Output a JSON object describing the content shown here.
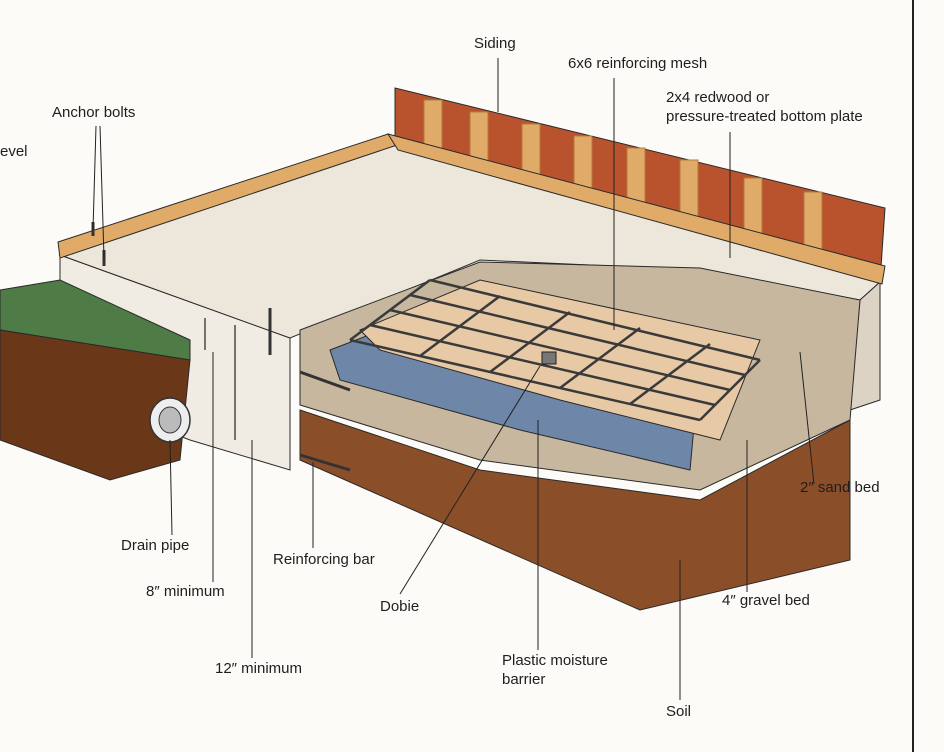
{
  "labels": {
    "siding": "Siding",
    "mesh": "6x6 reinforcing mesh",
    "plate_line1": "2x4 redwood or",
    "plate_line2": "pressure-treated bottom plate",
    "anchor_bolts": "Anchor bolts",
    "level_fragment": "evel",
    "sand_bed": "2″ sand bed",
    "gravel_bed": "4″ gravel bed",
    "soil": "Soil",
    "drain_pipe": "Drain pipe",
    "reinforcing_bar": "Reinforcing bar",
    "eight_minimum": "8″ minimum",
    "twelve_minimum": "12″ minimum",
    "dobie": "Dobie",
    "moisture_line1": "Plastic moisture",
    "moisture_line2": "barrier"
  },
  "colors": {
    "slab_top": "#ece6db",
    "slab_side": "#f1ece3",
    "slab_dark": "#ddd3c4",
    "wood": "#e0ab68",
    "wood_dark": "#b57a3a",
    "siding": "#b9532e",
    "soil": "#8a4f29",
    "soil_dark": "#6a3719",
    "gravel": "#c7b79f",
    "sand": "#e8c9a6",
    "plastic": "#6e86a8",
    "grass": "#4f7c46",
    "mesh": "#3a3a3a"
  }
}
